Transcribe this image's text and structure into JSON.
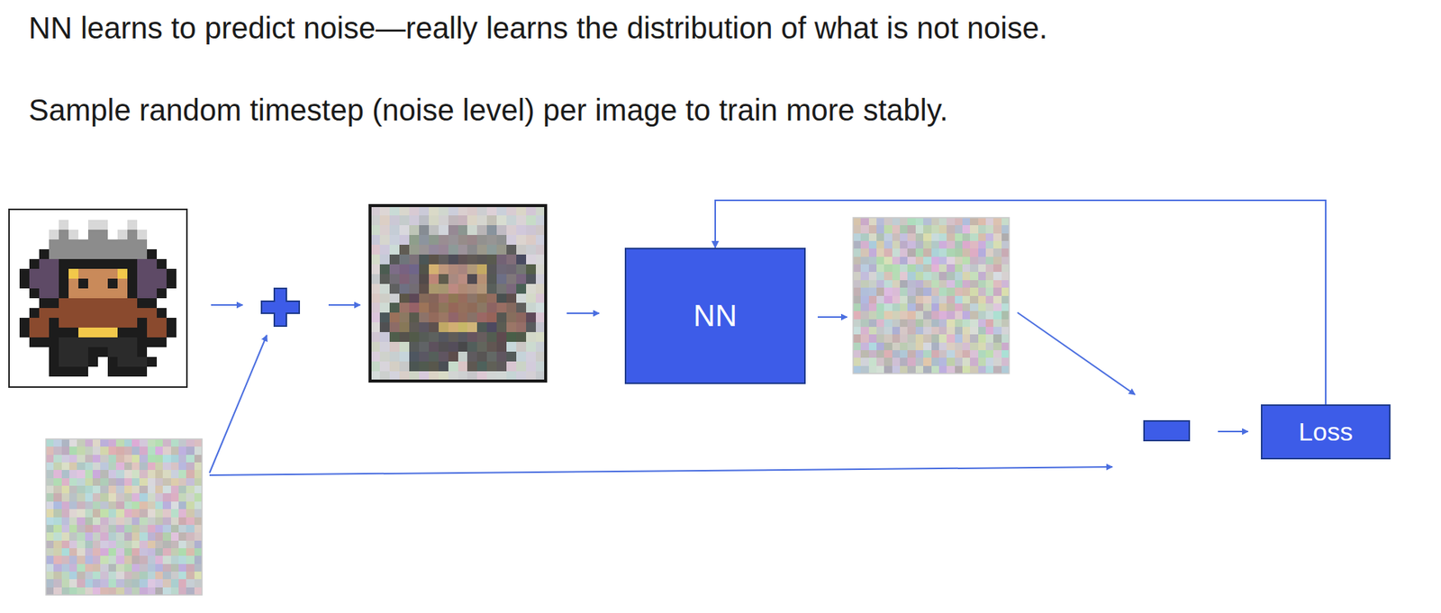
{
  "diagram": {
    "nodes": [
      {
        "text": [
          "NN"
        ]
      },
      {
        "text": [
          "Loss"
        ]
      }
    ],
    "edges": [
      {
        "from": 1,
        "to": 0,
        "arrow": "to"
      }
    ],
    "labels": [
      "NN learns to predict noise—really learns the distribution of what is not noise.",
      "Sample random timestep (noise level) per image to train more stably."
    ]
  }
}
